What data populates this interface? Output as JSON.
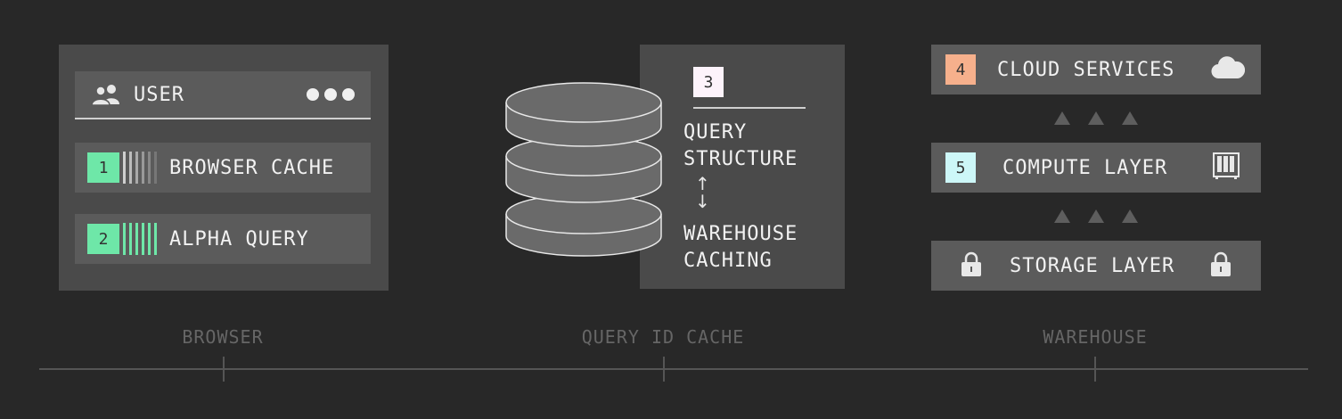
{
  "browser": {
    "caption": "BROWSER",
    "user_label": "USER",
    "items": [
      {
        "num": "1",
        "label": "BROWSER CACHE"
      },
      {
        "num": "2",
        "label": "ALPHA QUERY"
      }
    ]
  },
  "query_cache": {
    "caption": "QUERY ID CACHE",
    "num": "3",
    "line1": "QUERY",
    "line2": "STRUCTURE",
    "arrow_up": "↑",
    "arrow_down": "↓",
    "line3": "WAREHOUSE",
    "line4": "CACHING"
  },
  "warehouse": {
    "caption": "WAREHOUSE",
    "layers": [
      {
        "num": "4",
        "label": "CLOUD SERVICES"
      },
      {
        "num": "5",
        "label": "COMPUTE LAYER"
      },
      {
        "num": "",
        "label": "STORAGE LAYER"
      }
    ]
  },
  "colors": {
    "badge_green": "#6ee7a8",
    "badge_pink": "#fdf3fb",
    "badge_orange": "#f6b08c",
    "badge_cyan": "#cdf7f8"
  }
}
